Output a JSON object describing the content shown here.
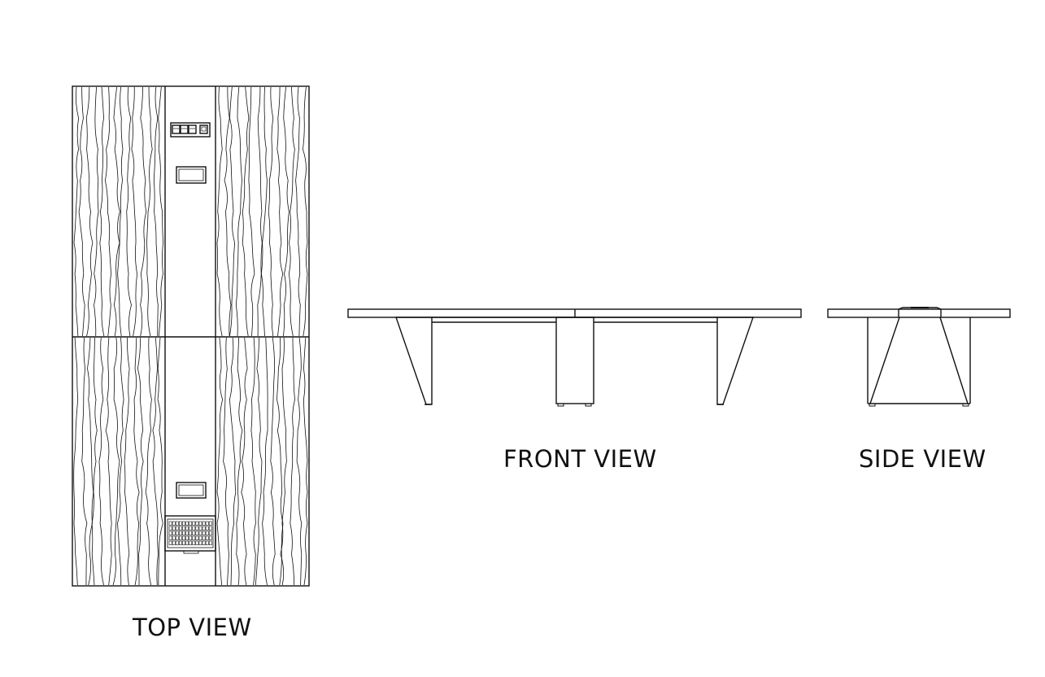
{
  "labels": {
    "top_view": "TOP VIEW",
    "front_view": "FRONT VIEW",
    "side_view": "SIDE VIEW"
  },
  "colors": {
    "line": "#111111",
    "background": "#ffffff"
  }
}
